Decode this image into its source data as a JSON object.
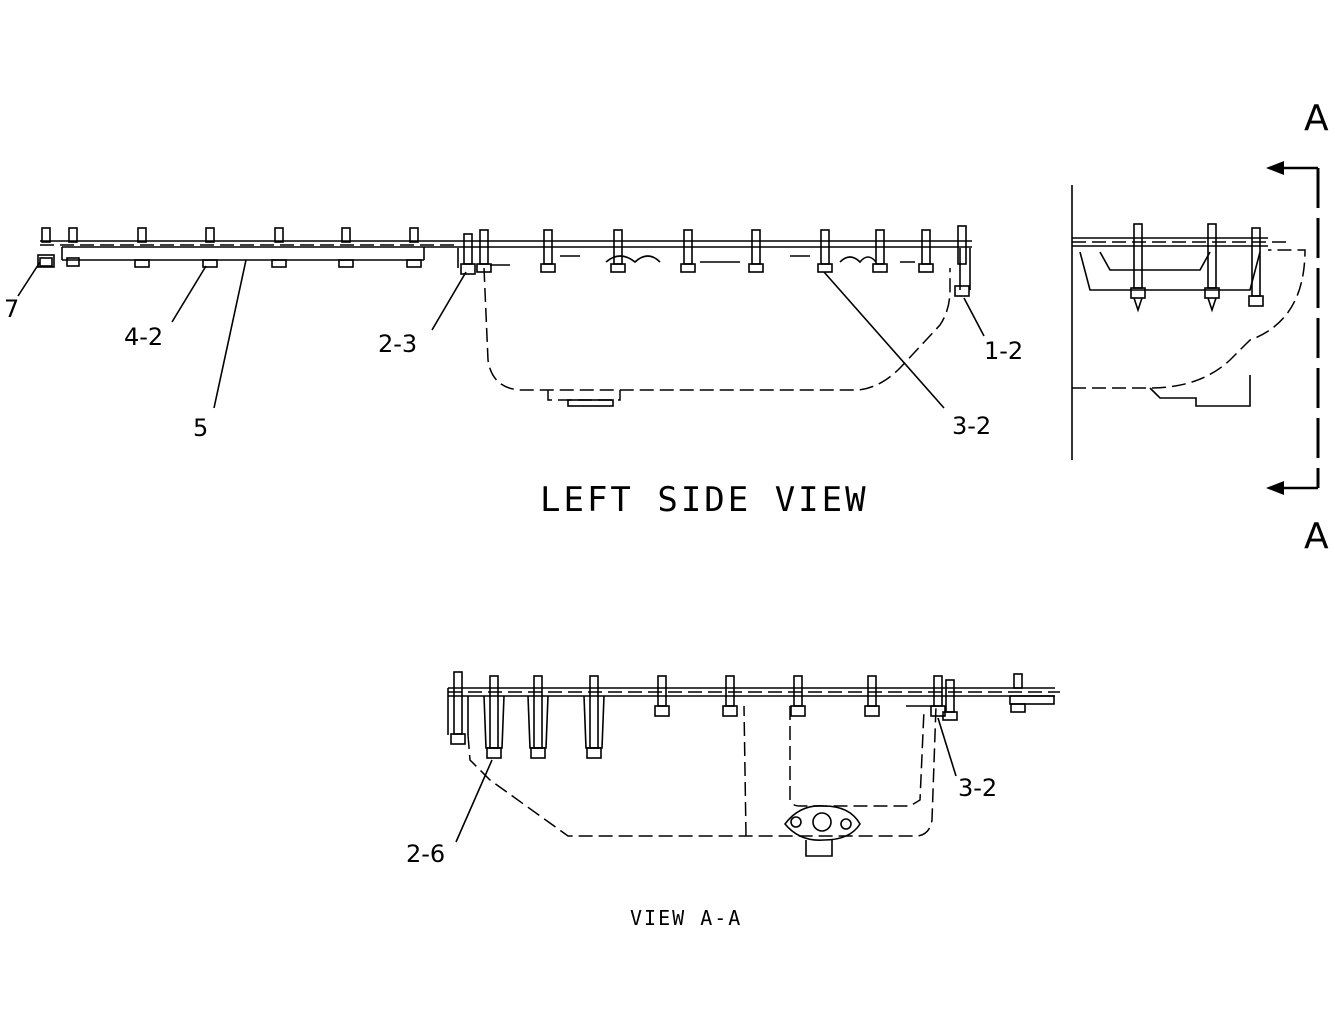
{
  "views": {
    "left_side_title": "LEFT SIDE VIEW",
    "section_title": "VIEW A-A",
    "section_marker_top": "A",
    "section_marker_bottom": "A"
  },
  "callouts": {
    "c7": "7",
    "c4_2": "4-2",
    "c5": "5",
    "c2_3": "2-3",
    "c1_2": "1-2",
    "c3_2_top": "3-2",
    "c3_2_bottom": "3-2",
    "c2_6": "2-6"
  }
}
